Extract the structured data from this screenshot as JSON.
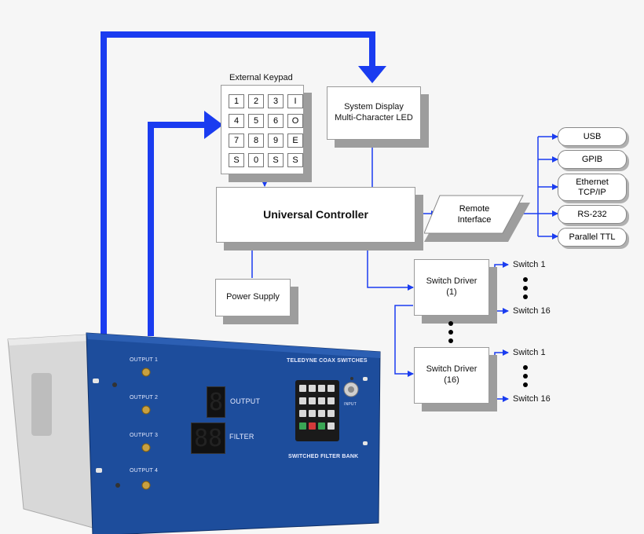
{
  "keypad": {
    "title": "External Keypad",
    "keys": [
      "1",
      "2",
      "3",
      "I",
      "4",
      "5",
      "6",
      "O",
      "7",
      "8",
      "9",
      "E",
      "S",
      "0",
      "S",
      "S"
    ]
  },
  "display_box": {
    "line1": "System Display",
    "line2": "Multi-Character LED"
  },
  "controller": {
    "label": "Universal Controller"
  },
  "power": {
    "label": "Power Supply"
  },
  "remote": {
    "line1": "Remote",
    "line2": "Interface"
  },
  "interfaces": [
    {
      "line1": "USB",
      "line2": ""
    },
    {
      "line1": "GPIB",
      "line2": ""
    },
    {
      "line1": "Ethernet",
      "line2": "TCP/IP"
    },
    {
      "line1": "RS-232",
      "line2": ""
    },
    {
      "line1": "Parallel TTL",
      "line2": ""
    }
  ],
  "drivers": [
    {
      "line1": "Switch Driver",
      "line2": "(1)",
      "first": "Switch 1",
      "last": "Switch 16"
    },
    {
      "line1": "Switch Driver",
      "line2": "(16)",
      "first": "Switch 1",
      "last": "Switch 16"
    }
  ],
  "panel": {
    "outputs": [
      "OUTPUT 1",
      "OUTPUT 2",
      "OUTPUT 3",
      "OUTPUT 4"
    ],
    "brand": "TELEDYNE COAX SWITCHES",
    "output_label": "OUTPUT",
    "filter_label": "FILTER",
    "output_digit": "8",
    "filter_digits": "88",
    "input_label": "INPUT",
    "product": "SWITCHED FILTER BANK"
  },
  "colors": {
    "arrow_blue": "#1a3cf0",
    "panel_blue": "#1a4fa0"
  }
}
